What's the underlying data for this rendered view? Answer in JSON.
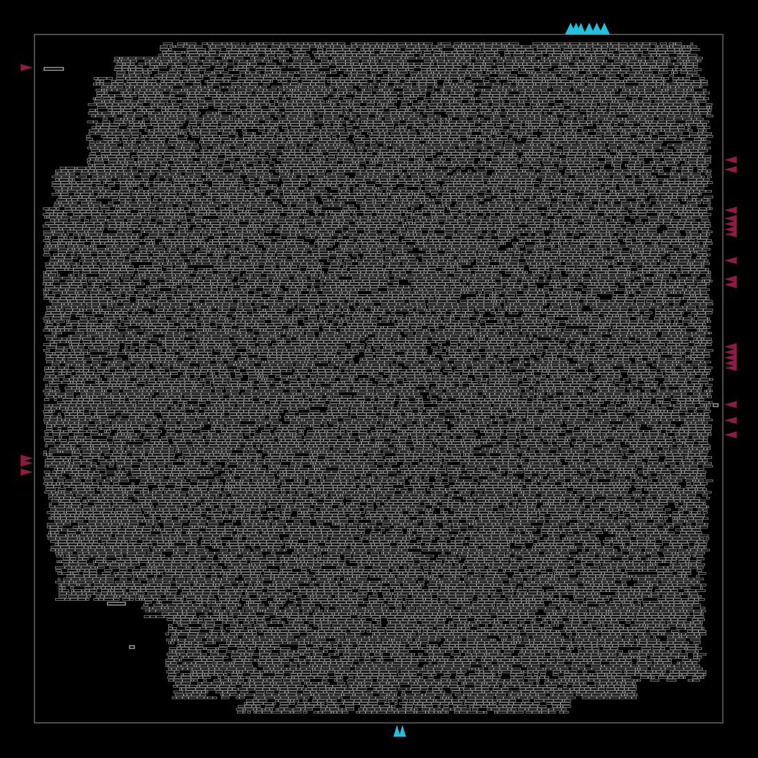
{
  "view": {
    "background": "#000000",
    "outline_color": "#9a9a9a",
    "cell_color": "#d0d0d0"
  },
  "pins": {
    "input_color": "#8e1b45",
    "output_color": "#1fc3e0",
    "top_groups": 3,
    "bottom_groups": 1,
    "left_groups": 2,
    "right_groups": 9
  }
}
